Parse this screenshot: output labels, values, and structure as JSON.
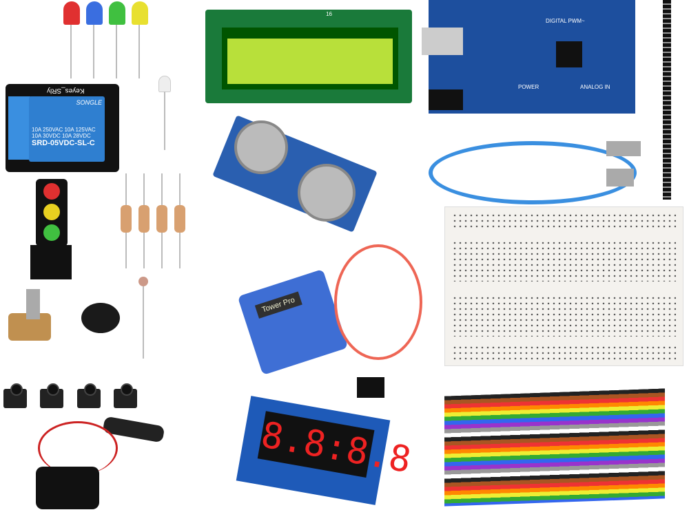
{
  "relay": {
    "brand": "Keyes_SRly",
    "maker": "SONGLE",
    "rating1": "10A 250VAC  10A 125VAC",
    "rating2": "10A 30VDC  10A 28VDC",
    "model": "SRD-05VDC-SL-C"
  },
  "lcd": {
    "pin_label": "16"
  },
  "arduino": {
    "digital": "DIGITAL PWM~",
    "power": "POWER",
    "analog": "ANALOG IN"
  },
  "servo": {
    "brand": "Tower Pro"
  },
  "display": {
    "digits": "8.8:8.8"
  },
  "colors": {
    "led_red": "#e03030",
    "led_blue": "#3a6ee0",
    "led_green": "#40c040",
    "led_yellow": "#e8e030",
    "pcb_blue": "#1d4f9e",
    "lcd_green": "#b8e03a"
  }
}
